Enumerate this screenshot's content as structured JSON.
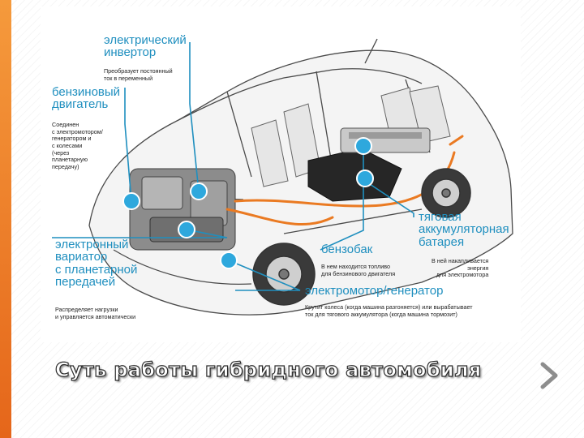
{
  "slide": {
    "title": "Суть работы гибридного автомобиля",
    "accent_color": "#f07f25",
    "label_color": "#1f8fbf"
  },
  "diagram": {
    "inverter": {
      "title": "электрический\nинвертор",
      "note": "Преобразует постоянный\nток в переменный"
    },
    "engine": {
      "title": "бензиновый\nдвигатель",
      "note": "Соединен\nс электромотором/\nгенератором и\nс колесами\n(через\nпланетарную\nпередачу)"
    },
    "variator": {
      "title": "электронный\nвариатор\nс планетарной\nпередачей",
      "note": "Распределяет нагрузки\nи управляется автоматически"
    },
    "fuel_tank": {
      "title": "бензобак",
      "note": "В нем находится топливо\nдля бензинового двигателя"
    },
    "battery": {
      "title": "тяговая\nаккумуляторная\nбатарея",
      "note": "В ней накапливается\nэнергия\nдля электромотора"
    },
    "motor": {
      "title": "электромотор/генератор",
      "note": "Крутит колеса (когда машина разгоняется) или вырабатывает\nток для тягового аккумулятора (когда машина тормозит)"
    }
  },
  "icons": {
    "marker": "callout-dot",
    "next": "chevron-right-icon"
  }
}
